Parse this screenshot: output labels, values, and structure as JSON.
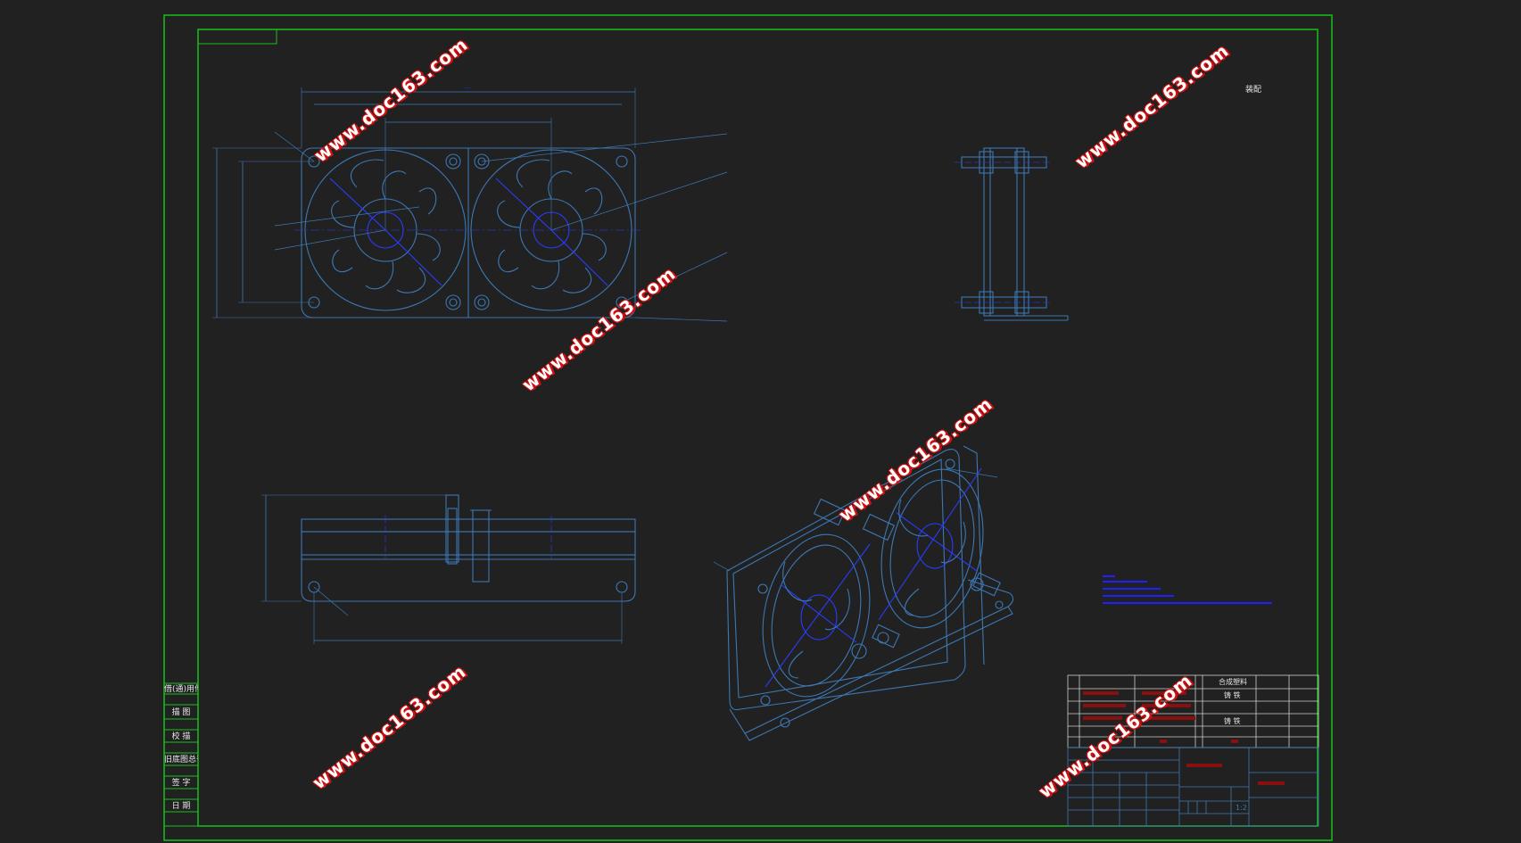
{
  "watermark": "www.doc163.com",
  "side_panel": {
    "labels": [
      "借(通)用件登记",
      "描  图",
      "校  描",
      "旧底图总号",
      "签  字",
      "日  期"
    ]
  },
  "corner_text": "装配",
  "bom": {
    "material_1": "合成塑料",
    "material_2": "铸  铁",
    "material_3": "铸  铁"
  },
  "title_block": {
    "scale": "1:2"
  },
  "colors": {
    "background": "#212121",
    "frame": "#19c019",
    "line_blue": "#3c78b4",
    "line_bright": "#2a3cff",
    "watermark_text": "#ffffff",
    "watermark_shadow": "#d01010"
  }
}
